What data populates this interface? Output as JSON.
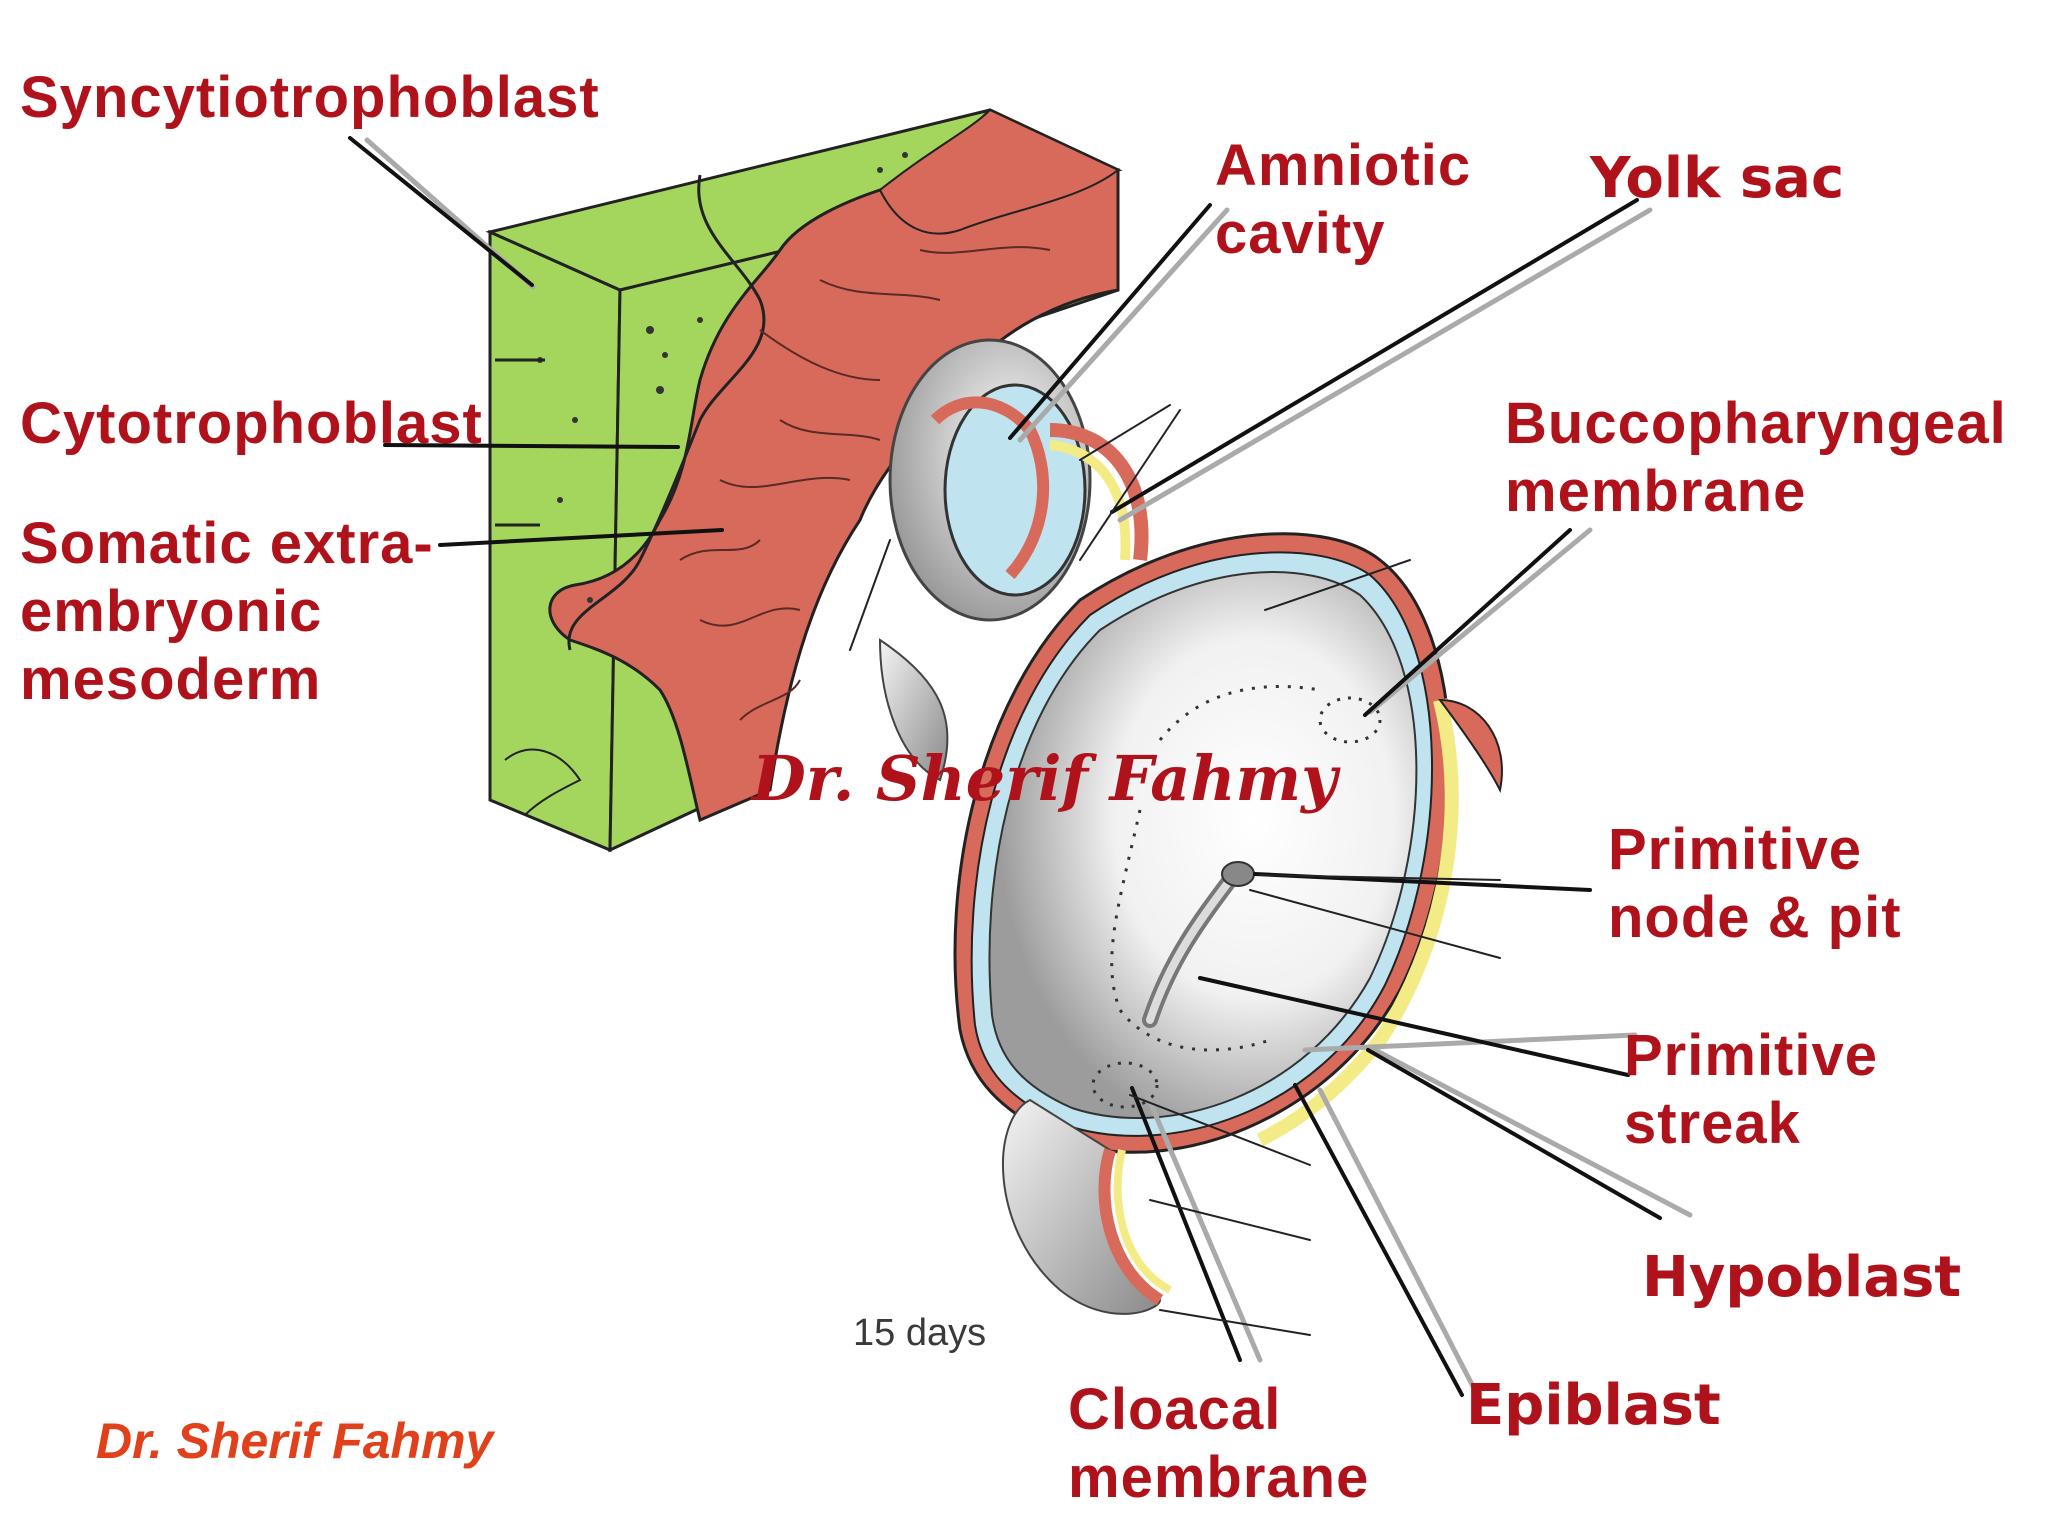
{
  "labels": {
    "syncytiotrophoblast": "Syncytiotrophoblast",
    "amniotic_cavity": [
      "Amniotic",
      "cavity"
    ],
    "yolk_sac": "Yolk sac",
    "cytotrophoblast": "Cytotrophoblast",
    "somatic_mesoderm": [
      "Somatic extra-",
      "embryonic",
      "mesoderm"
    ],
    "buccopharyngeal_membrane": [
      "Buccopharyngeal",
      "membrane"
    ],
    "primitive_node": [
      "Primitive",
      "node & pit"
    ],
    "primitive_streak": [
      "Primitive",
      "streak"
    ],
    "hypoblast": "Hypoblast",
    "epiblast": "Epiblast",
    "cloacal_membrane": [
      "Cloacal",
      "membrane"
    ]
  },
  "caption": "15 days",
  "watermark_center": "Dr. Sherif Fahmy",
  "watermark_corner": "Dr. Sherif Fahmy",
  "colors": {
    "label_red": "#b0121b",
    "trophoblast_green": "#a4d65e",
    "mesoderm_salmon": "#d86a5c",
    "epiblast_blue": "#bfe4ef",
    "hypoblast_yellow": "#f3ec86",
    "corner_watermark": "#e0401a"
  }
}
